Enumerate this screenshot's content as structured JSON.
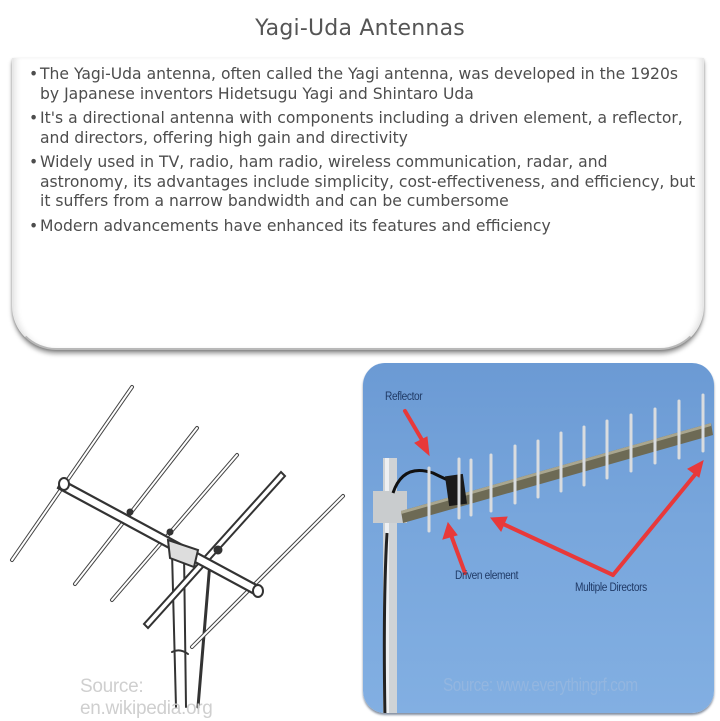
{
  "title": "Yagi-Uda Antennas",
  "bullets": [
    "The Yagi-Uda antenna, often called the Yagi antenna, was developed in the 1920s by Japanese inventors Hidetsugu Yagi and Shintaro Uda",
    "It's a directional antenna with components including a driven element, a reflector, and directors, offering high gain and directivity",
    "Widely used in TV, radio, ham radio, wireless communication, radar, and astronomy, its advantages include simplicity, cost-effectiveness, and efficiency, but it suffers from a narrow bandwidth and can be cumbersome",
    "Modern advancements have enhanced its features and efficiency"
  ],
  "bullet_symbol": "•",
  "images": {
    "left": {
      "subject": "line-drawing-yagi-antenna",
      "source": "Source: en.wikipedia.org"
    },
    "right": {
      "subject": "photo-yagi-antenna-blue-sky",
      "labels": {
        "reflector": "Reflector",
        "driven": "Driven element",
        "directors": "Multiple Directors"
      },
      "source": "Source: www.everythingrf.com",
      "colors": {
        "sky": "#78a6dc",
        "arrow": "#e8393a",
        "label": "#203a66"
      }
    }
  }
}
